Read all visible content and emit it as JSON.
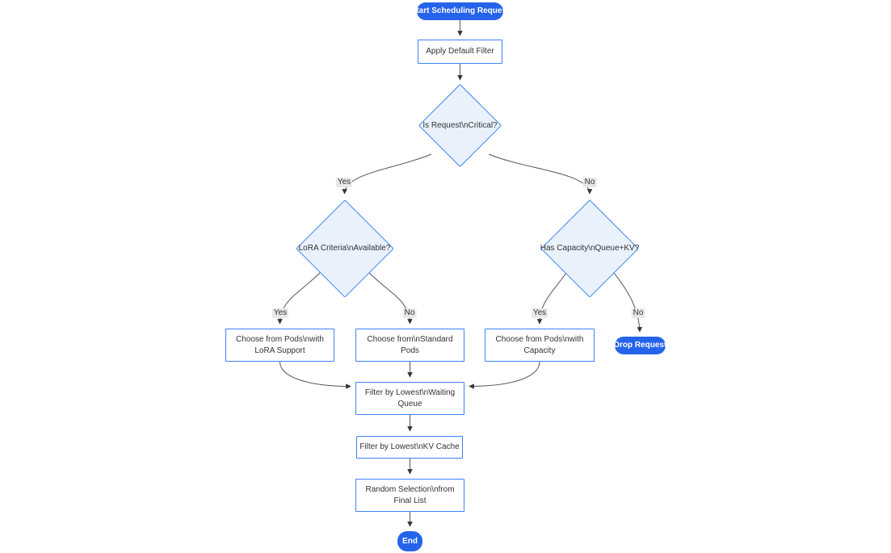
{
  "diagram": {
    "type": "flowchart",
    "nodes": {
      "start": {
        "label": "Start Scheduling Request",
        "shape": "pill"
      },
      "apply_filter": {
        "label": "Apply Default Filter",
        "shape": "rect"
      },
      "is_critical": {
        "label": "Is Request\\nCritical?",
        "shape": "diamond"
      },
      "lora_criteria": {
        "label": "LoRA Criteria\\nAvailable?",
        "shape": "diamond"
      },
      "has_capacity": {
        "label": "Has Capacity\\nQueue+KV?",
        "shape": "diamond"
      },
      "choose_lora": {
        "label": "Choose from Pods\\nwith LoRA Support",
        "shape": "rect"
      },
      "choose_standard": {
        "label": "Choose from\\nStandard Pods",
        "shape": "rect"
      },
      "choose_capacity": {
        "label": "Choose from Pods\\nwith Capacity",
        "shape": "rect"
      },
      "drop_request": {
        "label": "Drop Request",
        "shape": "pill"
      },
      "filter_queue": {
        "label": "Filter by Lowest\\nWaiting Queue",
        "shape": "rect"
      },
      "filter_kv": {
        "label": "Filter by Lowest\\nKV Cache",
        "shape": "rect"
      },
      "random_selection": {
        "label": "Random Selection\\nfrom Final List",
        "shape": "rect"
      },
      "end": {
        "label": "End",
        "shape": "pill"
      }
    },
    "edge_labels": {
      "critical_yes": "Yes",
      "critical_no": "No",
      "lora_yes": "Yes",
      "lora_no": "No",
      "capacity_yes": "Yes",
      "capacity_no": "No"
    },
    "colors": {
      "accent_blue": "#2563eb",
      "node_border": "#3b82f6",
      "decision_fill": "#e9f1fc",
      "edge_line": "#555555",
      "arrowhead": "#333333",
      "text": "#333333",
      "edge_label_bg": "#e8e8e8"
    }
  }
}
